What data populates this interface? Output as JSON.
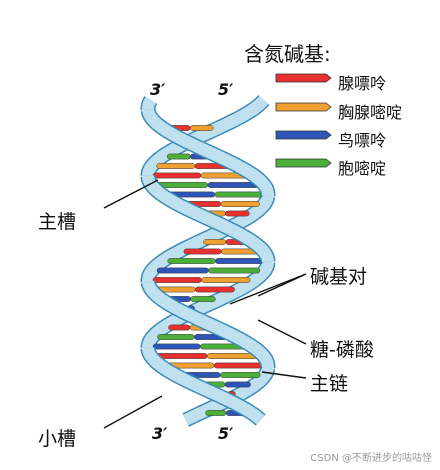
{
  "legend": {
    "title": "含氮碱基:",
    "items": [
      {
        "label": "腺嘌呤",
        "color": "#e8302f",
        "name": "adenine"
      },
      {
        "label": "胸腺嘧啶",
        "color": "#f0a030",
        "name": "thymine"
      },
      {
        "label": "鸟嘌呤",
        "color": "#2f55b8",
        "name": "guanine"
      },
      {
        "label": "胞嘧啶",
        "color": "#4caf3a",
        "name": "cytosine"
      }
    ]
  },
  "strand_ends": {
    "top_left": "3′",
    "top_right": "5′",
    "bottom_left": "3′",
    "bottom_right": "5′"
  },
  "callouts": {
    "major_groove": "主槽",
    "base_pair": "碱基对",
    "sugar_phosphate": "糖-磷酸",
    "backbone": "主链",
    "minor_groove": "小槽"
  },
  "colors": {
    "backbone_fill": "#bfe0ef",
    "backbone_stroke": "#3a8cb8"
  },
  "watermark": "CSDN @不断进步的咕咕怪"
}
